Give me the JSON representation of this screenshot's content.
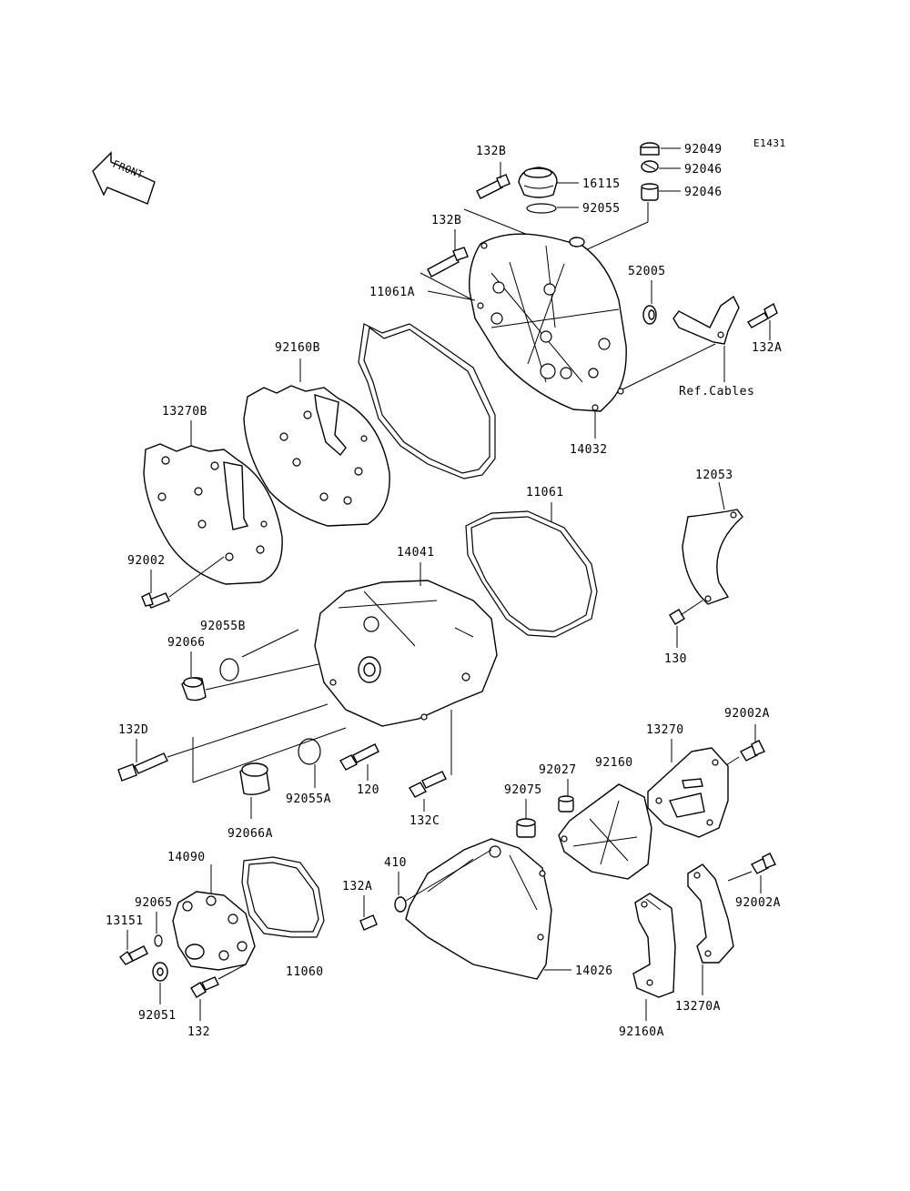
{
  "diagram_id": "E1431",
  "front_label": "FRONT",
  "ref_label": "Ref.Cables",
  "parts": {
    "p132B_a": "132B",
    "p16115": "16115",
    "p92055": "92055",
    "p92049": "92049",
    "p92046_a": "92046",
    "p92046_b": "92046",
    "p132B_b": "132B",
    "p11061A": "11061A",
    "p52005": "52005",
    "p132A_a": "132A",
    "p92160B": "92160B",
    "p13270B": "13270B",
    "p14032": "14032",
    "p12053": "12053",
    "p11061": "11061",
    "p14041": "14041",
    "p92002": "92002",
    "p92055B": "92055B",
    "p92066": "92066",
    "p130": "130",
    "p132D": "132D",
    "p92002A_a": "92002A",
    "p13270": "13270",
    "p92027": "92027",
    "p92160": "92160",
    "p120": "120",
    "p92075": "92075",
    "p92055A": "92055A",
    "p132C": "132C",
    "p92066A": "92066A",
    "p14090": "14090",
    "p410": "410",
    "p132A_b": "132A",
    "p92065": "92065",
    "p13151": "13151",
    "p92002A_b": "92002A",
    "p11060": "11060",
    "p14026": "14026",
    "p92051": "92051",
    "p132": "132",
    "p13270A": "13270A",
    "p92160A": "92160A"
  }
}
